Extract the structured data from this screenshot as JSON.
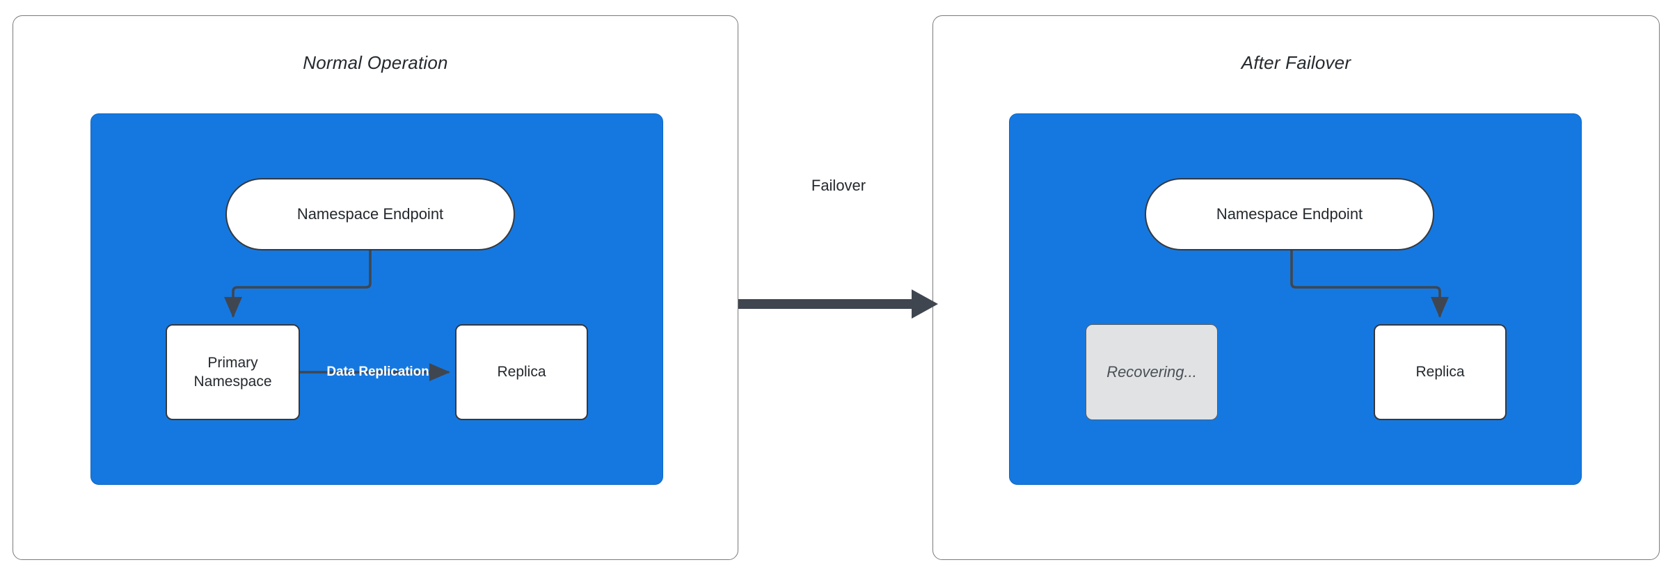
{
  "diagram": {
    "title_hidden": "",
    "colors": {
      "group_fill": "#1578e0",
      "node_fill": "#ffffff",
      "node_stroke": "#36383d",
      "recovering_fill": "#e0e2e4",
      "edge_stroke": "#3f4650",
      "panel_stroke": "#7a7a7a",
      "text": "#24292e",
      "replication_label": "#ffffff"
    },
    "panels": [
      {
        "id": "normal-operation",
        "title": "Normal Operation",
        "group": {
          "label": "",
          "nodes": [
            {
              "id": "namespace-endpoint",
              "label": "Namespace Endpoint",
              "shape": "pill",
              "state": "active"
            },
            {
              "id": "primary-namespace",
              "label": "Primary\nNamespace",
              "line1": "Primary",
              "line2": "Namespace",
              "shape": "rect",
              "state": "active"
            },
            {
              "id": "replica",
              "label": "Replica",
              "shape": "rect",
              "state": "active"
            }
          ],
          "edges": [
            {
              "from": "namespace-endpoint",
              "to": "primary-namespace",
              "label": "",
              "style": "elbow"
            },
            {
              "from": "primary-namespace",
              "to": "replica",
              "label": "Data Replication",
              "style": "straight"
            }
          ]
        }
      },
      {
        "id": "after-failover",
        "title": "After Failover",
        "group": {
          "label": "",
          "nodes": [
            {
              "id": "namespace-endpoint",
              "label": "Namespace Endpoint",
              "shape": "pill",
              "state": "active"
            },
            {
              "id": "recovering",
              "label": "Recovering...",
              "shape": "rect",
              "state": "recovering"
            },
            {
              "id": "replica",
              "label": "Replica",
              "shape": "rect",
              "state": "active"
            }
          ],
          "edges": [
            {
              "from": "namespace-endpoint",
              "to": "replica",
              "label": "",
              "style": "elbow"
            }
          ]
        }
      }
    ],
    "transition": {
      "label": "Failover",
      "direction": "left-to-right"
    }
  }
}
